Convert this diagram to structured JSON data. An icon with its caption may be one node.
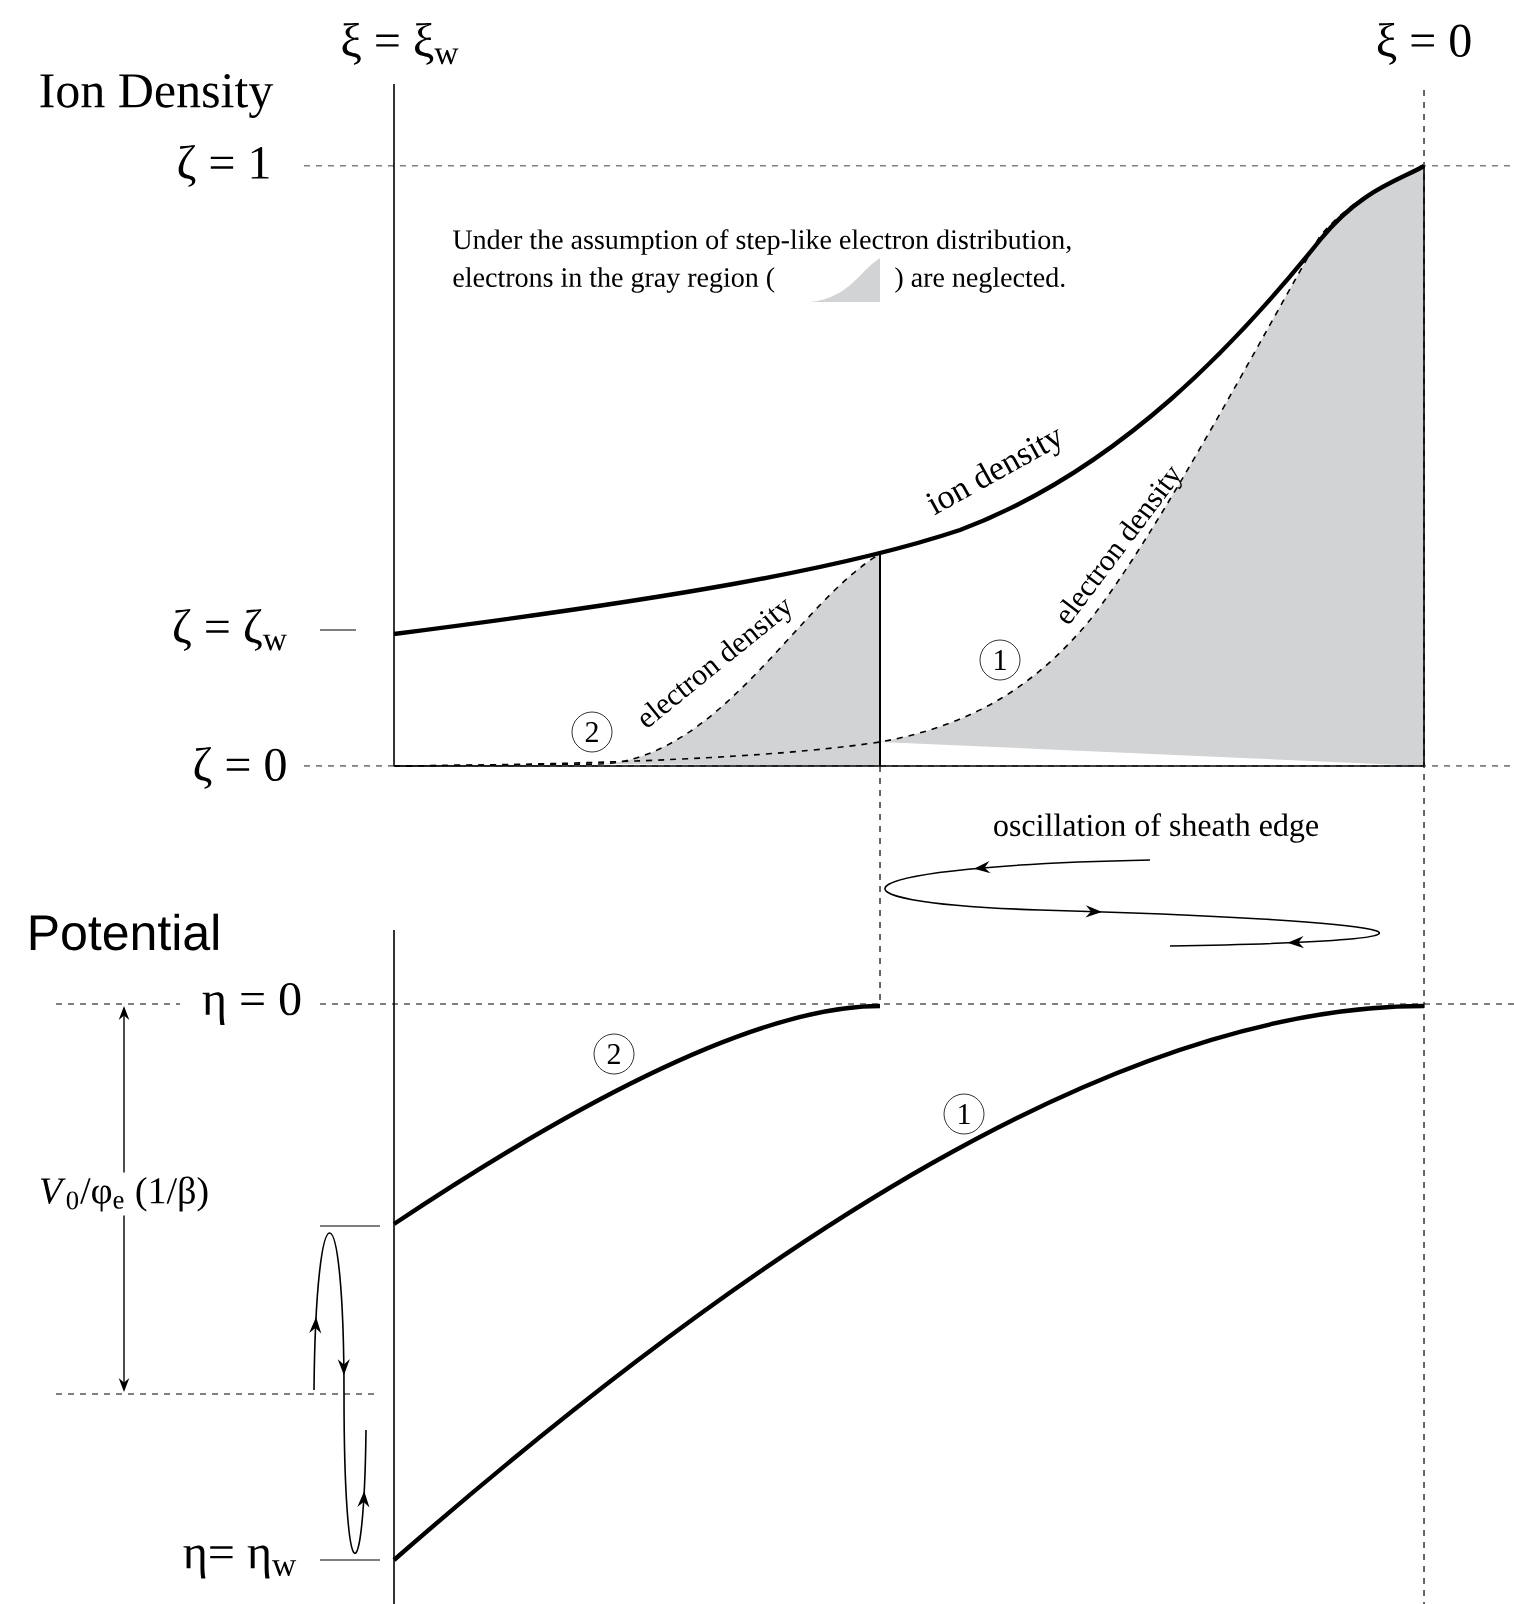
{
  "diagram": {
    "labels": [
      "ξ = ξ$_{w}$",
      "ξ = 0",
      "Ion Density",
      "ζ = 1",
      "Under the assumption of step-like electron distribution,",
      "electrons in the gray region (",
      ") are neglected.",
      "ion density",
      "electron density",
      "1",
      "ζ = ζ$_{w}$",
      "2",
      "electron density",
      "ζ = 0",
      "oscillation of sheath edge",
      "Potential",
      "η = 0",
      "2",
      "1",
      "*V*$_{0}$/φ$_{e}$ (1/β)",
      "η= η$_{w}$"
    ]
  }
}
